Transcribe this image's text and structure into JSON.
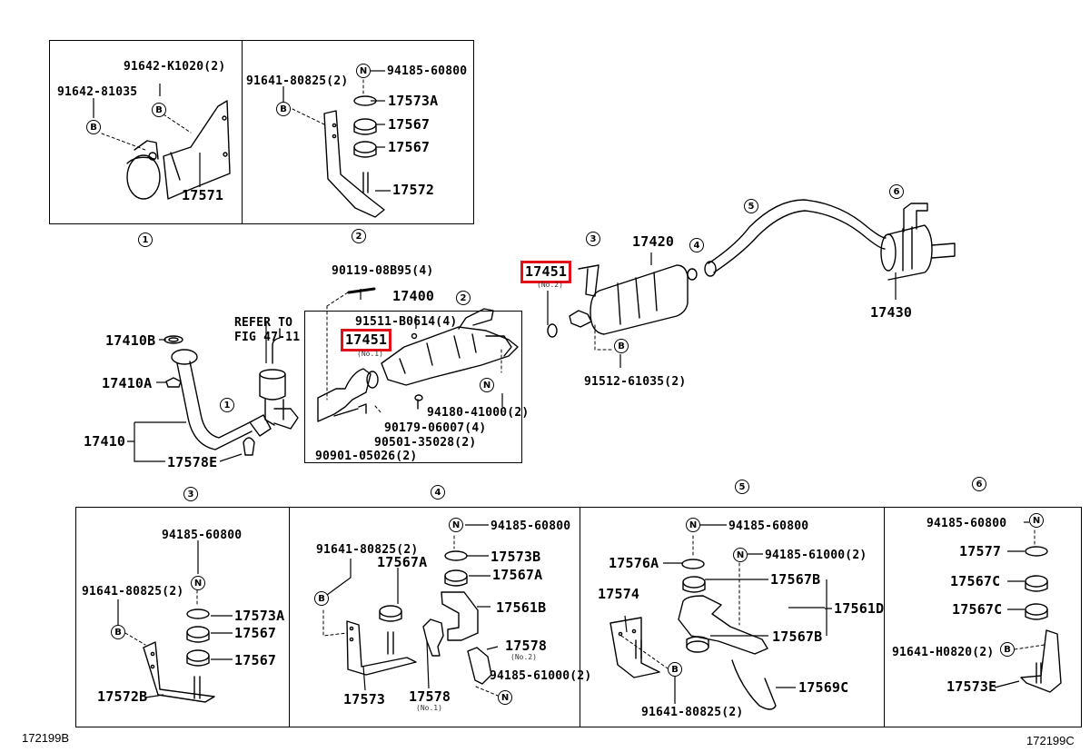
{
  "figure_codes": {
    "left": "172199B",
    "right": "172199C"
  },
  "highlight_color": "#e3101c",
  "top_insets": {
    "inset1": {
      "marker": "1",
      "labels": {
        "bolt_a": "91642-K1020(2)",
        "bolt_b": "91642-81035",
        "hanger": "17571"
      },
      "callouts": {
        "b1": "B",
        "b2": "B"
      }
    },
    "inset2": {
      "marker": "2",
      "labels": {
        "bolt": "91641-80825(2)",
        "nut": "94185-60800",
        "cushion_a": "17573A",
        "cushion_1": "17567",
        "cushion_2": "17567",
        "bracket": "17572"
      },
      "callouts": {
        "b": "B",
        "n": "N"
      }
    }
  },
  "main": {
    "refer": {
      "line1": "REFER TO",
      "line2": "FIG 47-11"
    },
    "front_pipe": {
      "assy": "17410",
      "gasket_b": "17410B",
      "nut_a": "17410A",
      "clamp": "17578E",
      "marker": "1"
    },
    "converter": {
      "assy": "17400",
      "marker": "2",
      "bolt_top": "90119-08B95(4)",
      "bolt": "91511-B0614(4)",
      "gasket": "17451",
      "gasket_sub": "(No.1)",
      "nut": "94180-41000(2)",
      "nut_callout": "N",
      "stud": "90179-06007(4)",
      "spring": "90501-35028(2)",
      "bolt_b": "90901-05026(2)"
    },
    "center": {
      "gasket": "17451",
      "gasket_sub": "(No.2)",
      "muffler": "17420",
      "marker3": "3",
      "marker4": "4",
      "bolt": "91512-61035(2)",
      "callout": "B"
    },
    "tail": {
      "muffler": "17430",
      "marker5": "5",
      "marker6": "6"
    }
  },
  "bottom_insets": {
    "inset3": {
      "marker": "3",
      "labels": {
        "nut": "94185-60800",
        "bolt": "91641-80825(2)",
        "cushion_a": "17573A",
        "cushion_1": "17567",
        "cushion_2": "17567",
        "bracket": "17572B"
      },
      "callouts": {
        "n": "N",
        "b": "B"
      }
    },
    "inset4": {
      "marker": "4",
      "labels": {
        "nut": "94185-60800",
        "bolt": "91641-80825(2)",
        "cushion_a_left": "17567A",
        "cushion_b": "17573B",
        "cushion_a_right": "17567A",
        "bracket_b": "17561B",
        "clamp2": "17578",
        "clamp2_sub": "(No.2)",
        "nut2": "94185-61000(2)",
        "bracket": "17573",
        "clamp1": "17578",
        "clamp1_sub": "(No.1)"
      },
      "callouts": {
        "n1": "N",
        "b": "B",
        "n2": "N"
      }
    },
    "inset5": {
      "marker": "5",
      "labels": {
        "nut": "94185-60800",
        "nut2": "94185-61000(2)",
        "washer": "17576A",
        "cushion_top": "17567B",
        "bracket": "17574",
        "bracket_d": "17561D",
        "cushion_bottom": "17567B",
        "band": "17569C",
        "bolt": "91641-80825(2)"
      },
      "callouts": {
        "n1": "N",
        "n2": "N",
        "b": "B"
      }
    },
    "inset6": {
      "marker": "6",
      "labels": {
        "nut": "94185-60800",
        "washer": "17577",
        "cushion_1": "17567C",
        "cushion_2": "17567C",
        "bolt": "91641-H0820(2)",
        "bracket": "17573E"
      },
      "callouts": {
        "n": "N",
        "b": "B"
      }
    }
  }
}
